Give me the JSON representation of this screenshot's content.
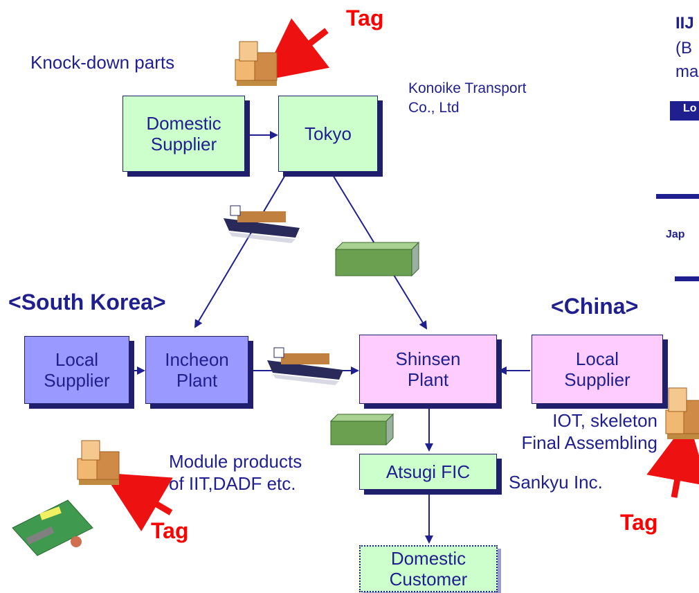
{
  "boxes": {
    "domestic_supplier": "Domestic\nSupplier",
    "tokyo": "Tokyo",
    "korea_local_supplier": "Local\nSupplier",
    "incheon_plant": "Incheon\nPlant",
    "shinsen_plant": "Shinsen\nPlant",
    "china_local_supplier": "Local\nSupplier",
    "atsugi_fic": "Atsugi FIC",
    "domestic_customer": "Domestic\nCustomer"
  },
  "labels": {
    "knock_down_parts": "Knock-down parts",
    "konoike": "Konoike Transport\nCo., Ltd",
    "south_korea": "<South Korea>",
    "china": "<China>",
    "iot_skeleton": "IOT, skeleton\nFinal Assembling",
    "module_products": "Module products\nof IIT,DADF etc.",
    "sankyu": "Sankyu Inc."
  },
  "tags": {
    "top": "Tag",
    "bottom_left": "Tag",
    "bottom_right": "Tag"
  },
  "cut_off_text": {
    "iij": "IIJ",
    "b_prefix": "(B",
    "ma_prefix": "ma",
    "lo_prefix": "Lo",
    "jap_prefix": "Jap"
  },
  "colors": {
    "box_green": "#ccffcc",
    "box_blue": "#9999ff",
    "box_pink": "#ffccff",
    "text": "#1f1f8f",
    "tag_red": "#ff0000",
    "arrow_red": "#ee1111"
  }
}
